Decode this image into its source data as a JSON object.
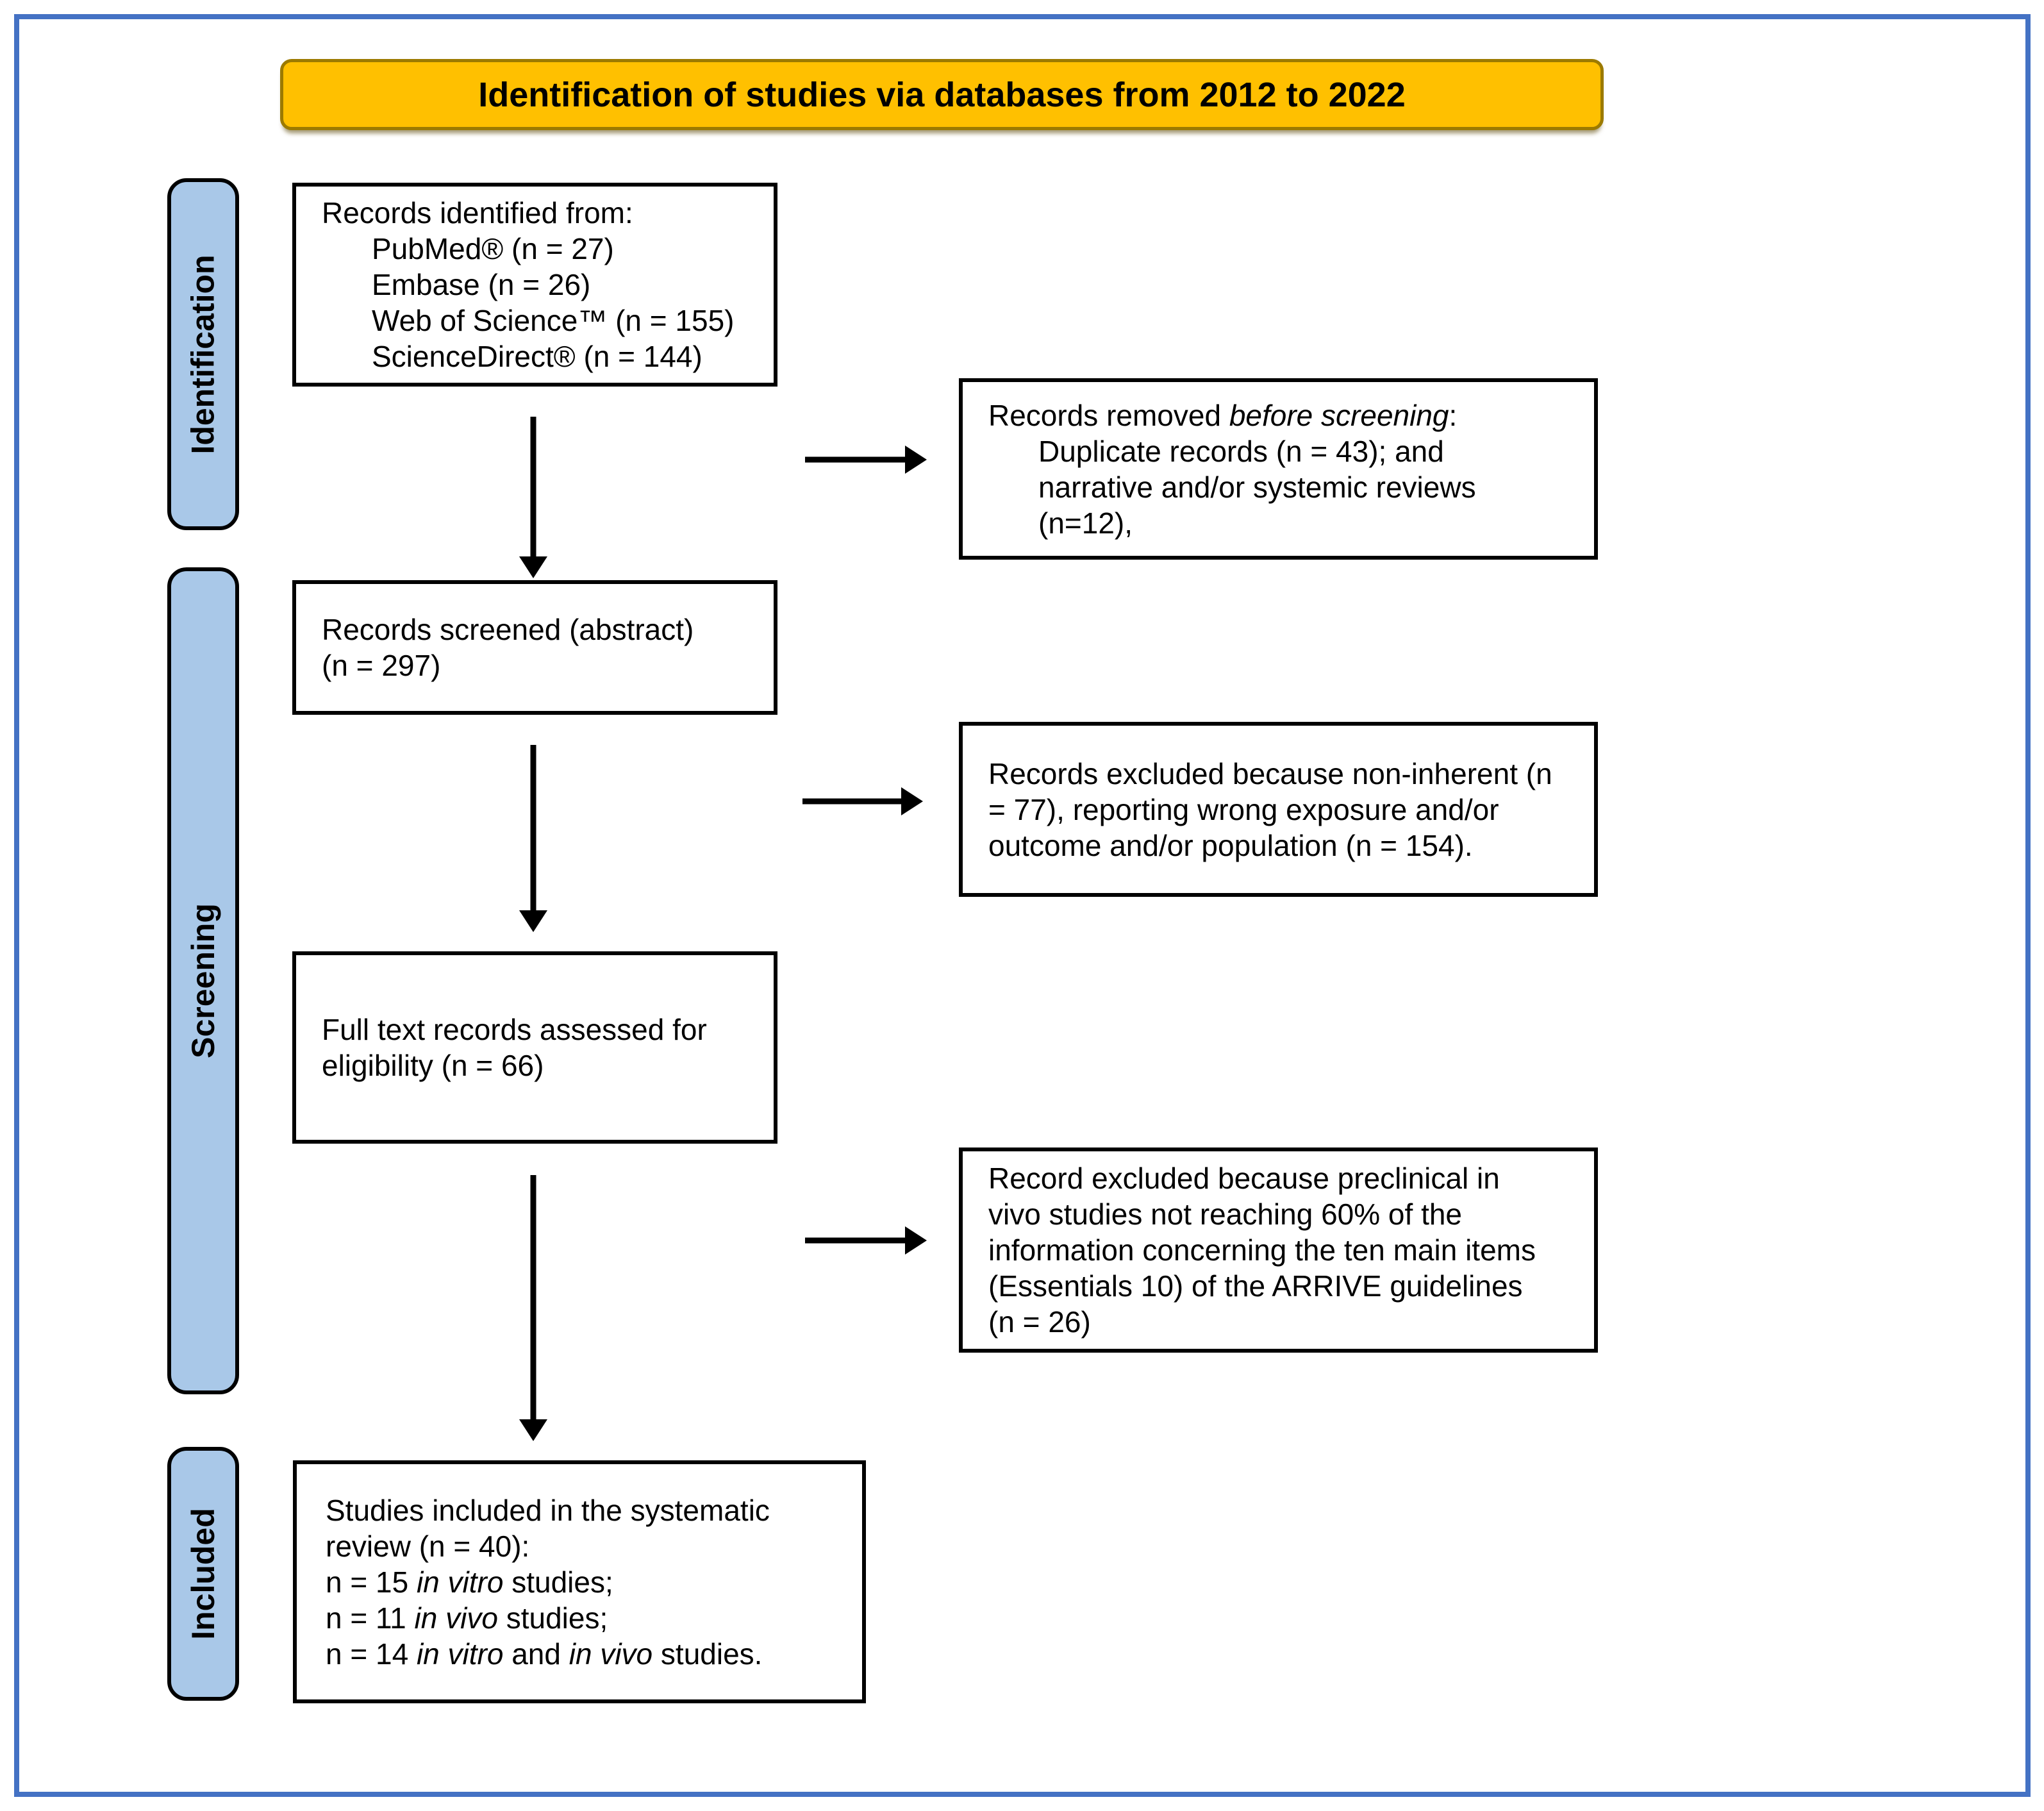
{
  "colors": {
    "frame": "#4472C4",
    "banner_bg": "#FFC000",
    "banner_border": "#9C7A00",
    "stage_bg": "#A9C8E8",
    "box_border": "#000000",
    "arrow": "#000000"
  },
  "title": {
    "text": "Identification of studies via databases from 2012 to 2022"
  },
  "stages": [
    {
      "id": "identification",
      "label": "Identification"
    },
    {
      "id": "screening",
      "label": "Screening"
    },
    {
      "id": "included",
      "label": "Included"
    }
  ],
  "boxes": {
    "identified": {
      "lines": [
        {
          "indent": 0,
          "seg": [
            {
              "t": "Records identified from:"
            }
          ]
        },
        {
          "indent": 1,
          "seg": [
            {
              "t": "PubMed® (n = 27)"
            }
          ]
        },
        {
          "indent": 1,
          "seg": [
            {
              "t": "Embase (n = 26)"
            }
          ]
        },
        {
          "indent": 1,
          "seg": [
            {
              "t": "Web of Science™ (n = 155)"
            }
          ]
        },
        {
          "indent": 1,
          "seg": [
            {
              "t": "ScienceDirect® (n = 144)"
            }
          ]
        }
      ]
    },
    "removed": {
      "lines": [
        {
          "indent": 0,
          "seg": [
            {
              "t": "Records removed "
            },
            {
              "t": "before screening",
              "i": true
            },
            {
              "t": ":"
            }
          ]
        },
        {
          "indent": 1,
          "seg": [
            {
              "t": "Duplicate records (n = 43); and"
            }
          ]
        },
        {
          "indent": 1,
          "seg": [
            {
              "t": "narrative and/or systemic reviews"
            }
          ]
        },
        {
          "indent": 1,
          "seg": [
            {
              "t": "(n=12),"
            }
          ]
        }
      ]
    },
    "screened": {
      "lines": [
        {
          "indent": 0,
          "seg": [
            {
              "t": "Records screened (abstract)"
            }
          ]
        },
        {
          "indent": 0,
          "seg": [
            {
              "t": "(n = 297)"
            }
          ]
        }
      ]
    },
    "excluded": {
      "lines": [
        {
          "indent": 0,
          "seg": [
            {
              "t": "Records excluded because non-inherent (n"
            }
          ]
        },
        {
          "indent": 0,
          "seg": [
            {
              "t": "= 77), reporting wrong exposure and/or"
            }
          ]
        },
        {
          "indent": 0,
          "seg": [
            {
              "t": "outcome and/or population (n = 154)."
            }
          ]
        }
      ]
    },
    "fulltext": {
      "lines": [
        {
          "indent": 0,
          "seg": [
            {
              "t": "Full text records assessed for"
            }
          ]
        },
        {
          "indent": 0,
          "seg": [
            {
              "t": "eligibility (n = 66)"
            }
          ]
        }
      ]
    },
    "preclinical": {
      "lines": [
        {
          "indent": 0,
          "seg": [
            {
              "t": "Record excluded because preclinical in"
            }
          ]
        },
        {
          "indent": 0,
          "seg": [
            {
              "t": "vivo studies not reaching 60% of the"
            }
          ]
        },
        {
          "indent": 0,
          "seg": [
            {
              "t": "information concerning the ten main items"
            }
          ]
        },
        {
          "indent": 0,
          "seg": [
            {
              "t": "(Essentials 10) of the ARRIVE guidelines"
            }
          ]
        },
        {
          "indent": 0,
          "seg": [
            {
              "t": "(n = 26)"
            }
          ]
        }
      ]
    },
    "included": {
      "lines": [
        {
          "indent": 0,
          "seg": [
            {
              "t": "Studies included in the systematic"
            }
          ]
        },
        {
          "indent": 0,
          "seg": [
            {
              "t": "review (n = 40):"
            }
          ]
        },
        {
          "indent": 0,
          "seg": [
            {
              "t": "n = 15 "
            },
            {
              "t": "in vitro",
              "i": true
            },
            {
              "t": " studies;"
            }
          ]
        },
        {
          "indent": 0,
          "seg": [
            {
              "t": "n = 11 "
            },
            {
              "t": "in vivo",
              "i": true
            },
            {
              "t": " studies;"
            }
          ]
        },
        {
          "indent": 0,
          "seg": [
            {
              "t": "n = 14 "
            },
            {
              "t": "in vitro",
              "i": true
            },
            {
              "t": " and "
            },
            {
              "t": "in vivo",
              "i": true
            },
            {
              "t": " studies."
            }
          ]
        }
      ]
    }
  }
}
